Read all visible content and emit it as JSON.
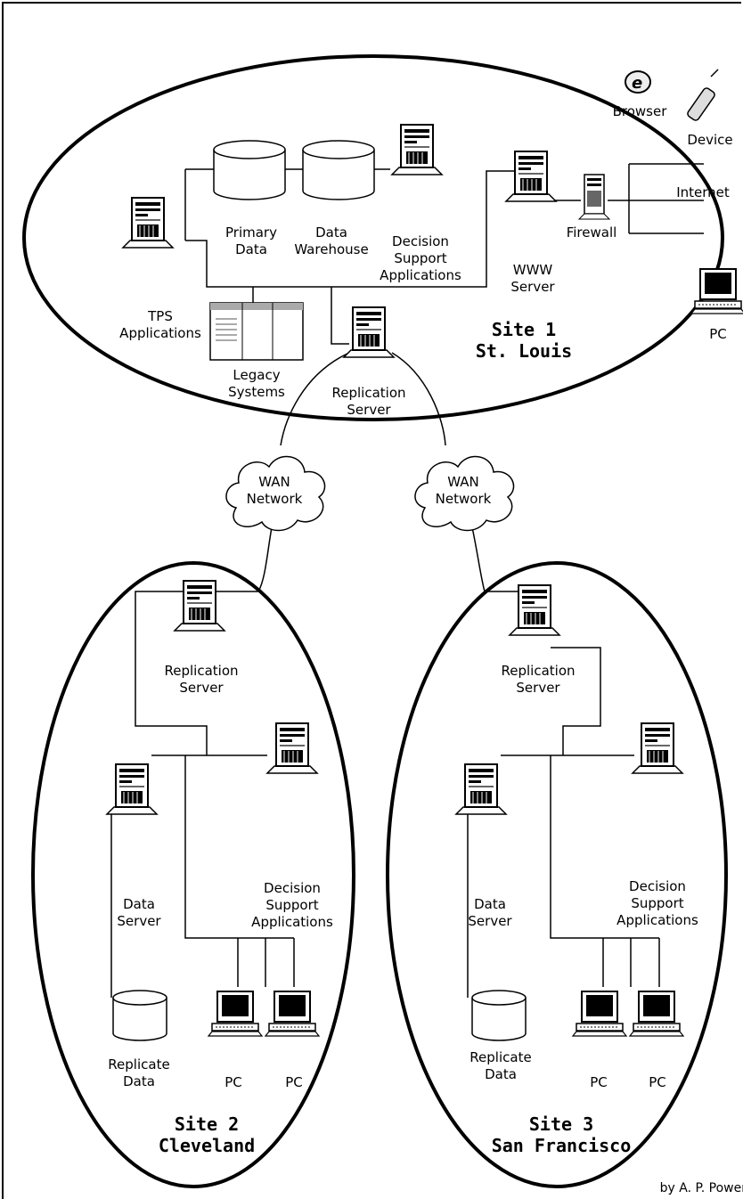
{
  "site1": {
    "title": "Site 1",
    "city": "St. Louis",
    "primary_data": [
      "Primary",
      "Data"
    ],
    "data_warehouse": [
      "Data",
      "Warehouse"
    ],
    "decision_support": [
      "Decision",
      "Support",
      "Applications"
    ],
    "www_server": [
      "WWW",
      "Server"
    ],
    "firewall": "Firewall",
    "tps": [
      "TPS",
      "Applications"
    ],
    "legacy": [
      "Legacy",
      "Systems"
    ],
    "replication": [
      "Replication",
      "Server"
    ]
  },
  "external": {
    "browser": "Browser",
    "device": "Device",
    "internet": "Internet",
    "pc": "PC"
  },
  "wan": {
    "left": [
      "WAN",
      "Network"
    ],
    "right": [
      "WAN",
      "Network"
    ]
  },
  "site2": {
    "title": "Site 2",
    "city": "Cleveland",
    "replication": [
      "Replication",
      "Server"
    ],
    "data_server": [
      "Data",
      "Server"
    ],
    "decision_support": [
      "Decision",
      "Support",
      "Applications"
    ],
    "replicate_data": [
      "Replicate",
      "Data"
    ],
    "pc1": "PC",
    "pc2": "PC"
  },
  "site3": {
    "title": "Site 3",
    "city": "San Francisco",
    "replication": [
      "Replication",
      "Server"
    ],
    "data_server": [
      "Data",
      "Server"
    ],
    "decision_support": [
      "Decision",
      "Support",
      "Applications"
    ],
    "replicate_data": [
      "Replicate",
      "Data"
    ],
    "pc1": "PC",
    "pc2": "PC"
  },
  "credit": "by A. P. Power"
}
